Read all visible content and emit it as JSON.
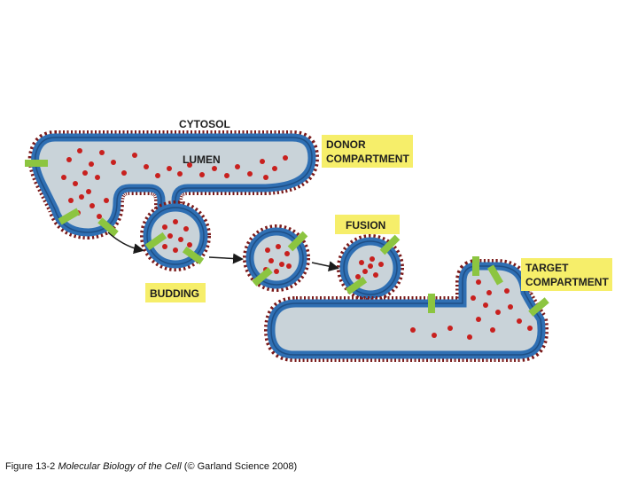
{
  "labels": {
    "cytosol": "CYTOSOL",
    "lumen": "LUMEN",
    "donor_line1": "DONOR",
    "donor_line2": "COMPARTMENT",
    "fusion": "FUSION",
    "budding": "BUDDING",
    "target_line1": "TARGET",
    "target_line2": "COMPARTMENT"
  },
  "caption": {
    "figure": "Figure 13-2",
    "book": "Molecular Biology of the Cell",
    "credit": "(© Garland Science 2008)"
  },
  "colors": {
    "membrane_outer": "#7a1a1a",
    "membrane_blue": "#2f6fb3",
    "lumen": "#c9d3d9",
    "cargo": "#c8201e",
    "coat_protein": "#8cc540",
    "label_box": "#f6ee6a",
    "arrow": "#1a1a1a"
  }
}
